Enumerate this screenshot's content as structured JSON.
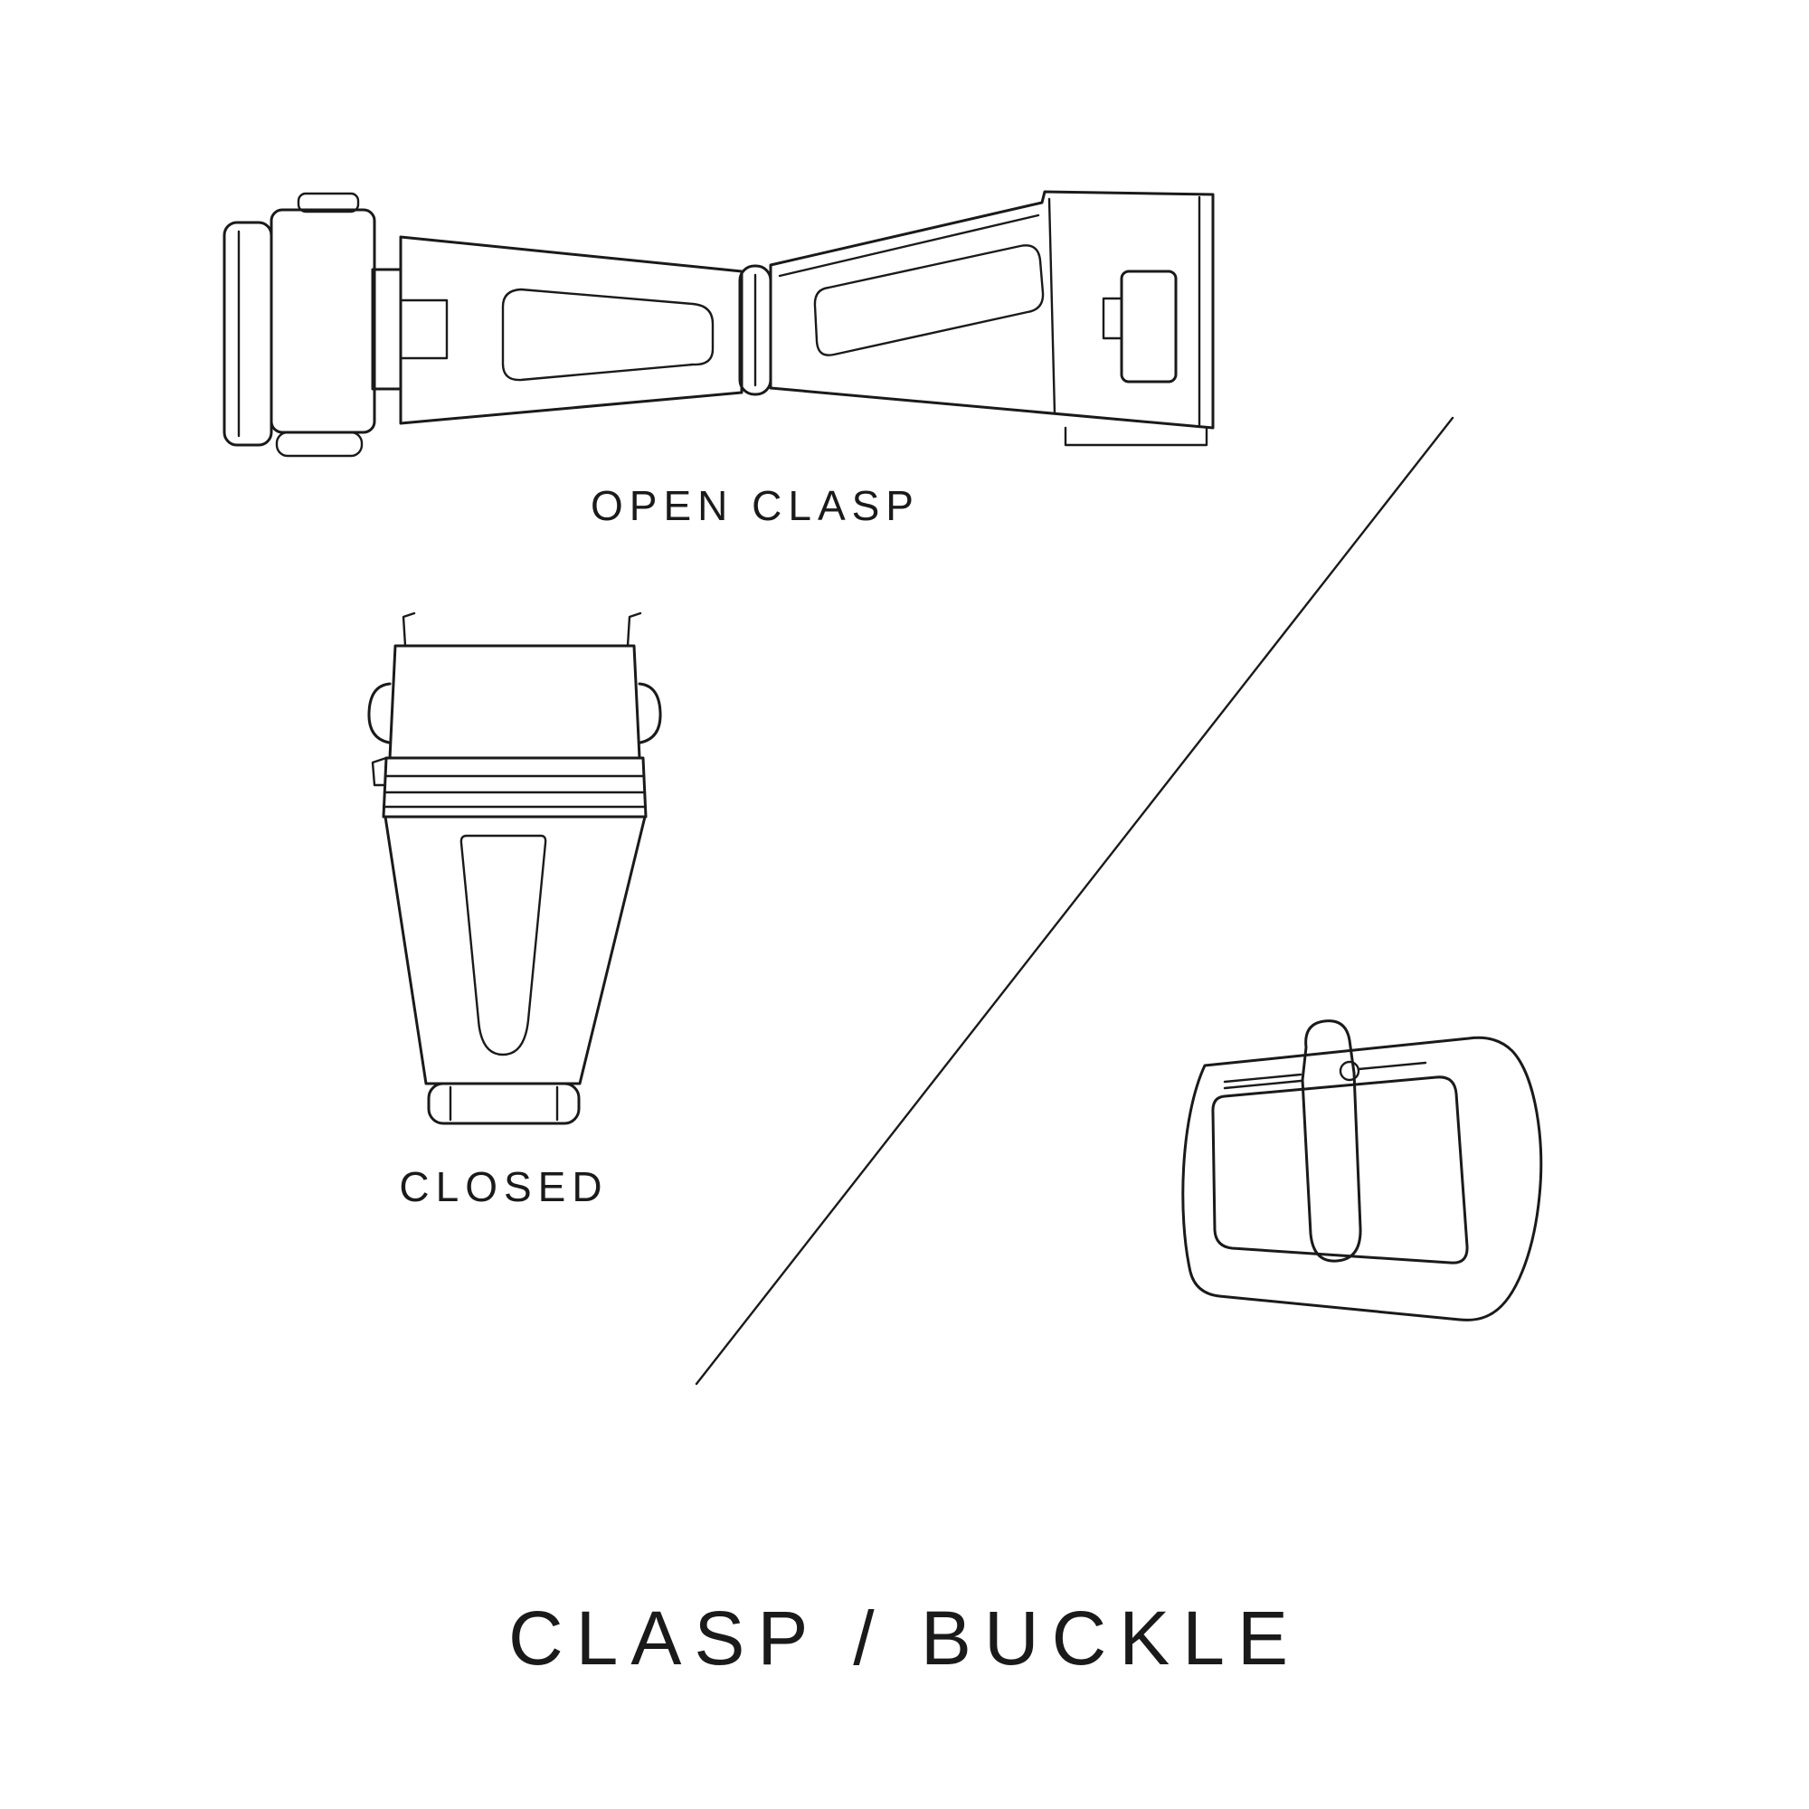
{
  "page": {
    "background": "#ffffff"
  },
  "colors": {
    "line_color": "#1a1a1a",
    "text_color": "#1a1a1a",
    "page_bg": "#ffffff"
  },
  "diagram": {
    "title": "CLASP / BUCKLE",
    "labels": {
      "open_clasp": "OPEN CLASP",
      "closed": "CLOSED"
    },
    "illustrations": [
      "open-clasp-illustration",
      "closed-clasp-illustration",
      "tang-buckle-illustration"
    ]
  }
}
